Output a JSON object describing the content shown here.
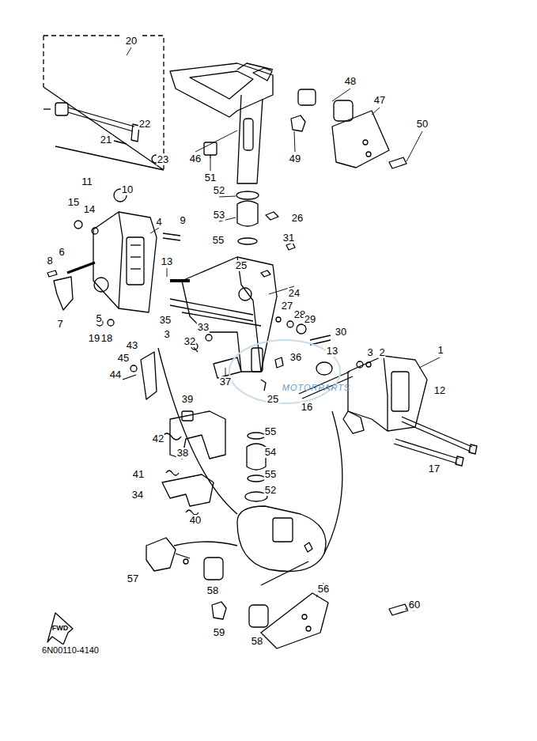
{
  "diagram": {
    "labels": [
      "20",
      "48",
      "47",
      "22",
      "50",
      "21",
      "46",
      "51",
      "49",
      "23",
      "11",
      "10",
      "52",
      "53",
      "26",
      "15",
      "14",
      "4",
      "9",
      "55",
      "31",
      "6",
      "13",
      "25",
      "8",
      "24",
      "27",
      "28",
      "29",
      "5",
      "35",
      "30",
      "7",
      "19",
      "18",
      "3",
      "33",
      "32",
      "43",
      "36",
      "13",
      "3",
      "2",
      "1",
      "45",
      "44",
      "37",
      "25",
      "16",
      "12",
      "39",
      "42",
      "38",
      "55",
      "54",
      "55",
      "41",
      "17",
      "34",
      "52",
      "40",
      "57",
      "58",
      "56",
      "60",
      "59",
      "58",
      "FWD",
      "6N00110-4140",
      "MOTORPARTS"
    ]
  }
}
